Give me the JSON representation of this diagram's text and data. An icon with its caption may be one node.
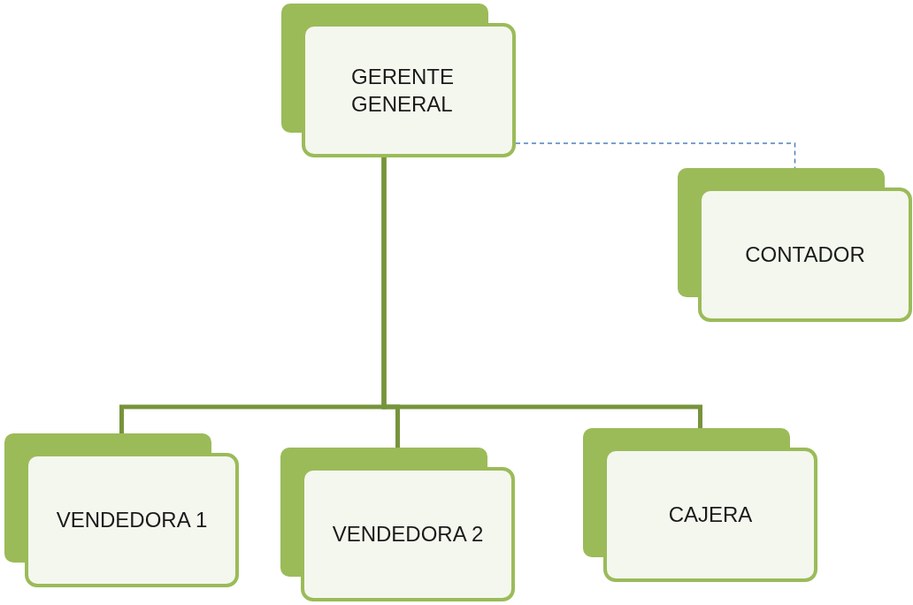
{
  "diagram": {
    "nodes": [
      {
        "text": [
          "GERENTE GENERAL"
        ]
      },
      {
        "text": [
          "CONTADOR"
        ]
      },
      {
        "text": [
          "VENDEDORA 1"
        ]
      },
      {
        "text": [
          "VENDEDORA 2"
        ]
      },
      {
        "text": [
          "CAJERA"
        ]
      }
    ],
    "edges": [
      {
        "from": 0,
        "to": 1,
        "arrow": "none",
        "style": "dashed",
        "color": "#4f81bd"
      },
      {
        "from": 0,
        "to": 2,
        "arrow": "none"
      },
      {
        "from": 0,
        "to": 3,
        "arrow": "none"
      },
      {
        "from": 0,
        "to": 4,
        "arrow": "none"
      }
    ]
  }
}
